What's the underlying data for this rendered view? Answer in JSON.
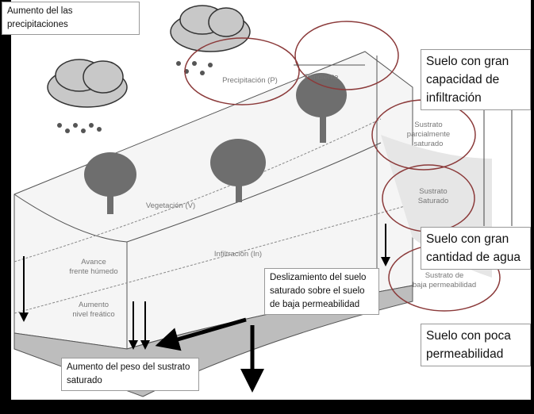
{
  "callouts": {
    "rain_increase": "Aumento del las precipitaciones",
    "high_infiltration": "Suelo con gran capacidad de infiltración",
    "high_water": "Suelo con gran cantidad de agua",
    "low_permeability": "Suelo con poca permeabilidad",
    "slide": "Deslizamiento del suelo saturado sobre el suelo de baja permeabilidad",
    "weight": "Aumento del peso del sustrato saturado"
  },
  "diagram_labels": {
    "precipitation": "Precipitación (P)",
    "slope": "Pendiente",
    "partial": [
      "Sustrato",
      "parcialmente",
      "saturado"
    ],
    "saturated": [
      "Sustrato",
      "Saturado"
    ],
    "low_perm": [
      "Sustrato de",
      "baja permeabilidad"
    ],
    "vegetation": "Vegetación (V)",
    "infiltration": "Infiltración (In)",
    "wet_front": [
      "Avance",
      "frente húmedo"
    ],
    "water_table": [
      "Aumento",
      "nivel freático"
    ]
  },
  "colors": {
    "circle": "#8b3a3a",
    "background": "#000000",
    "soil_top": "#f4f4f4",
    "soil_base": "#bdbdbd",
    "tree": "#6e6e6e"
  }
}
